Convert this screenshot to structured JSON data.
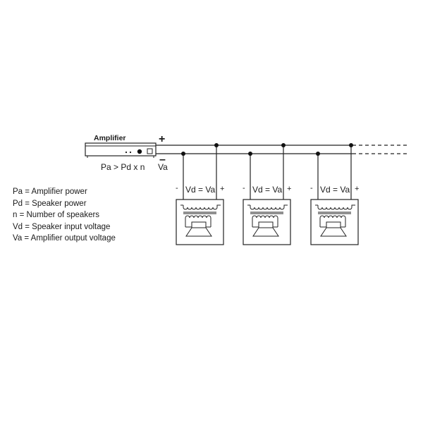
{
  "amplifier": {
    "title": "Amplifier",
    "formula": "Pa > Pd x n",
    "output_label": "Va",
    "plus_sign": "+",
    "minus_sign": "–"
  },
  "speakers": [
    {
      "minus": "-",
      "voltage": "Vd = Va",
      "plus": "+"
    },
    {
      "minus": "-",
      "voltage": "Vd = Va",
      "plus": "+"
    },
    {
      "minus": "-",
      "voltage": "Vd = Va",
      "plus": "+"
    }
  ],
  "legend": [
    "Pa = Amplifier power",
    "Pd = Speaker power",
    "n = Number of speakers",
    "Vd = Speaker input voltage",
    "Va = Amplifier output voltage"
  ]
}
